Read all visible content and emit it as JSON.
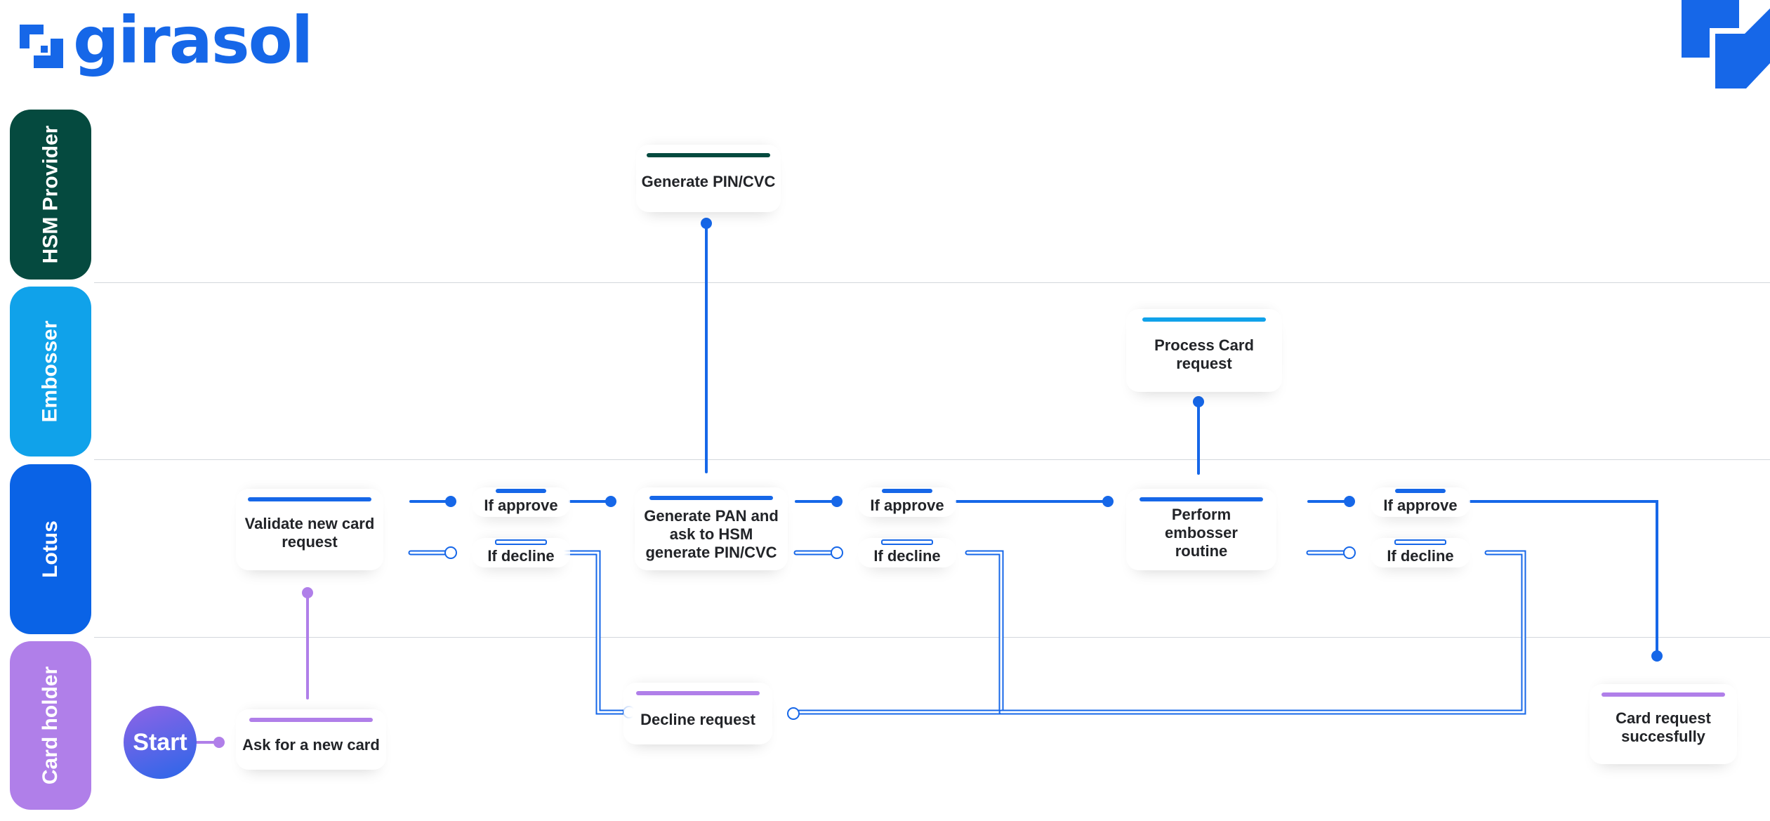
{
  "brand": {
    "name": "girasol",
    "color": "#1667e8"
  },
  "lanes": [
    {
      "label": "HSM Provider",
      "color": "#054a3f"
    },
    {
      "label": "Embosser",
      "color": "#10a2ea"
    },
    {
      "label": "Lotus",
      "color": "#0a63e6"
    },
    {
      "label": "Card holder",
      "color": "#b07fe9"
    }
  ],
  "nodes": {
    "generate_pin": "Generate PIN/CVC",
    "process_card": "Process Card request",
    "validate": "Validate new card request",
    "approve_1": "If approve",
    "decline_1": "If decline",
    "generate_pan": "Generate PAN and ask to HSM generate PIN/CVC",
    "approve_2": "If approve",
    "decline_2": "If decline",
    "perform_embosser": "Perform embosser routine",
    "approve_3": "If approve",
    "decline_3": "If decline",
    "ask_card": "Ask for a new card",
    "decline_request": "Decline request",
    "card_success": "Card request succesfully",
    "start": "Start"
  },
  "colors": {
    "approve_line": "#1667e8",
    "decline_line": "#1667e8",
    "cardholder_line": "#b07fe9",
    "hsm_bar": "#054a3f",
    "embosser_bar": "#10a2ea",
    "lotus_bar": "#1667e8",
    "cardholder_bar": "#b07fe9"
  }
}
